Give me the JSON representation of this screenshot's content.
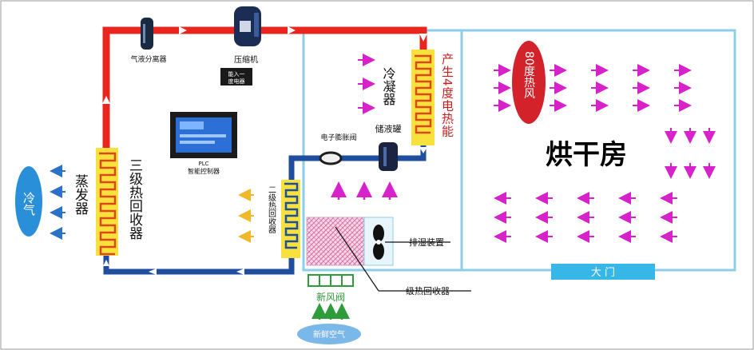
{
  "labels": {
    "separator": "气液分离器",
    "compressor": "压缩机",
    "compressor_sub_1": "能入一",
    "compressor_sub_2": "度电器",
    "controller": "PLC",
    "controller_sub": "智能控制器",
    "condenser": "冷凝器",
    "heater": "产生4度电热能",
    "hot_air": "80度热风",
    "drying_room": "烘干房",
    "evaporator": "蒸发器",
    "recovery3": "三级热回收器",
    "recovery2": "二级热回收器",
    "cold_air": "冷气",
    "expansion_valve": "电子膨胀阀",
    "receiver": "储液罐",
    "exhaust": "排湿装置",
    "recovery1": "一级热回收器",
    "fresh_air_valve": "新风阀",
    "fresh_air": "新鲜空气",
    "door": "大 门"
  },
  "colors": {
    "hot_pipe": "#e8261e",
    "cold_pipe": "#1f4e9e",
    "coil": "#f7e13a",
    "coil_line": "#d9481a",
    "room_border": "#8ccde8",
    "magenta": "#d622c8",
    "door": "#37b6e8",
    "green": "#2e9c3a",
    "yellow_arrow": "#f0b92a"
  },
  "icons": {
    "compressor": "compressor-icon",
    "separator": "separator-icon",
    "receiver": "receiver-tank-icon",
    "fan": "fan-icon"
  }
}
